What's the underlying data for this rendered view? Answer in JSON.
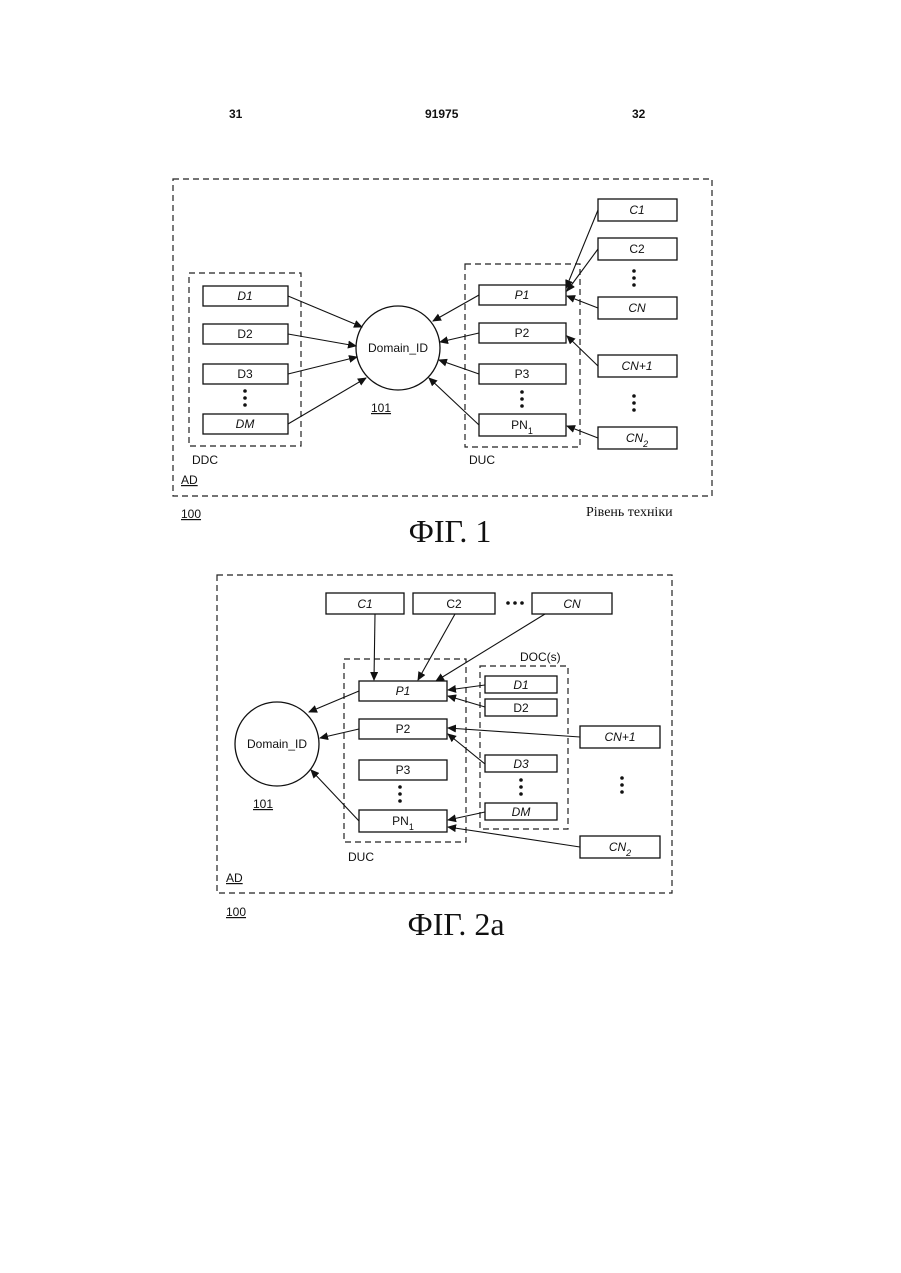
{
  "header": {
    "left": "31",
    "center": "91975",
    "right": "32"
  },
  "fig1": {
    "caption": "ФІГ. 1",
    "note": "Рівень техніки",
    "region_label": "AD",
    "region_ref": "100",
    "ddc_label": "DDC",
    "duc_label": "DUC",
    "center": "Domain_ID",
    "center_ref": "101",
    "d_boxes": [
      "D1",
      "D2",
      "D3",
      "DM"
    ],
    "p_boxes": [
      "P1",
      "P2",
      "P3",
      "PN"
    ],
    "p_last_sub": "1",
    "c_boxes": [
      "C1",
      "C2",
      "CN",
      "CN+1",
      "CN"
    ],
    "c_last_sub": "2"
  },
  "fig2a": {
    "caption": "ФІГ. 2а",
    "region_label": "AD",
    "region_ref": "100",
    "duc_label": "DUC",
    "doc_label": "DOC(s)",
    "center": "Domain_ID",
    "center_ref": "101",
    "c_top": [
      "C1",
      "C2",
      "CN"
    ],
    "p_boxes": [
      "P1",
      "P2",
      "P3",
      "PN"
    ],
    "p_last_sub": "1",
    "d_boxes": [
      "D1",
      "D2",
      "D3",
      "DM"
    ],
    "c_side": [
      "CN+1",
      "CN"
    ],
    "c_side_last_sub": "2"
  }
}
